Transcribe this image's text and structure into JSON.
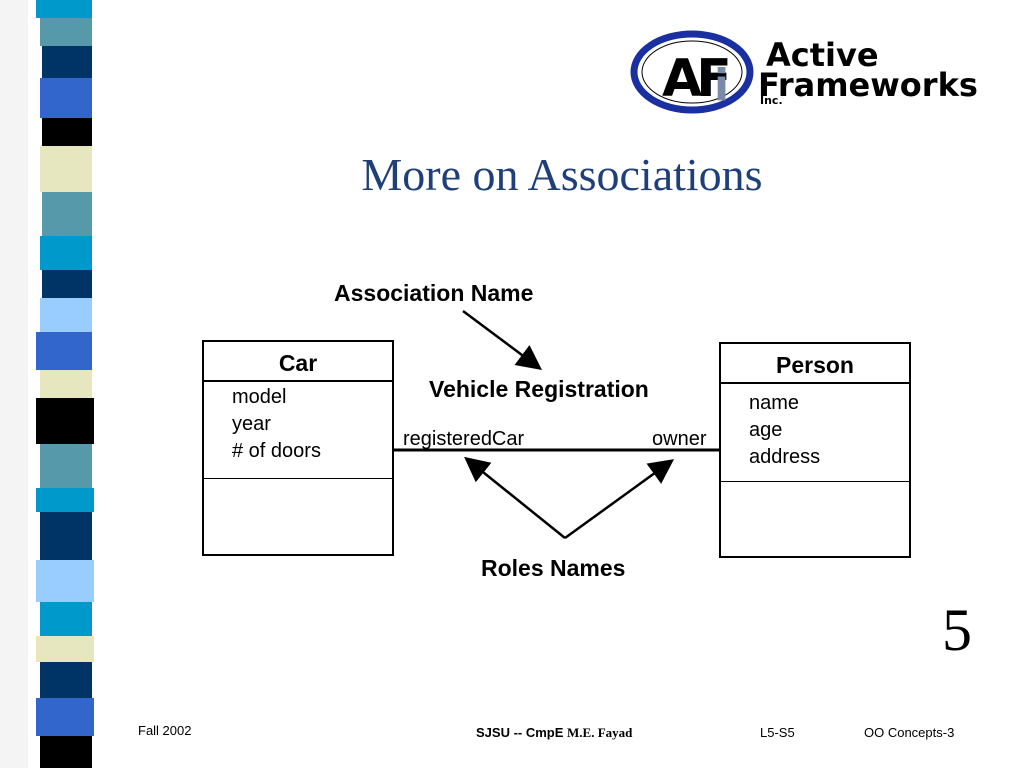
{
  "slide": {
    "title": "More on Associations",
    "number": "5"
  },
  "logo": {
    "mark": "AFi",
    "line1": "Active",
    "line2": "Frameworks",
    "line3": "Inc."
  },
  "diagram": {
    "association_label": "Association Name",
    "association_name": "Vehicle Registration",
    "roles_label": "Roles Names",
    "role_left": "registeredCar",
    "role_right": "owner",
    "classes": [
      {
        "name": "Car",
        "attributes": [
          "model",
          "year",
          "# of doors"
        ]
      },
      {
        "name": "Person",
        "attributes": [
          "name",
          "age",
          "address"
        ]
      }
    ]
  },
  "footer": {
    "term": "Fall 2002",
    "org": "SJSU -- CmpE",
    "author": "M.E. Fayad",
    "lecture": "L5-S5",
    "topic": "OO Concepts-3"
  },
  "colors": {
    "title": "#1f3f7a",
    "logo_blue": "#1a2fa0",
    "stripe_palette": [
      "#0099cc",
      "#003366",
      "#3366cc",
      "#e6e6bf",
      "#000000",
      "#5599aa",
      "#99ccff"
    ]
  }
}
